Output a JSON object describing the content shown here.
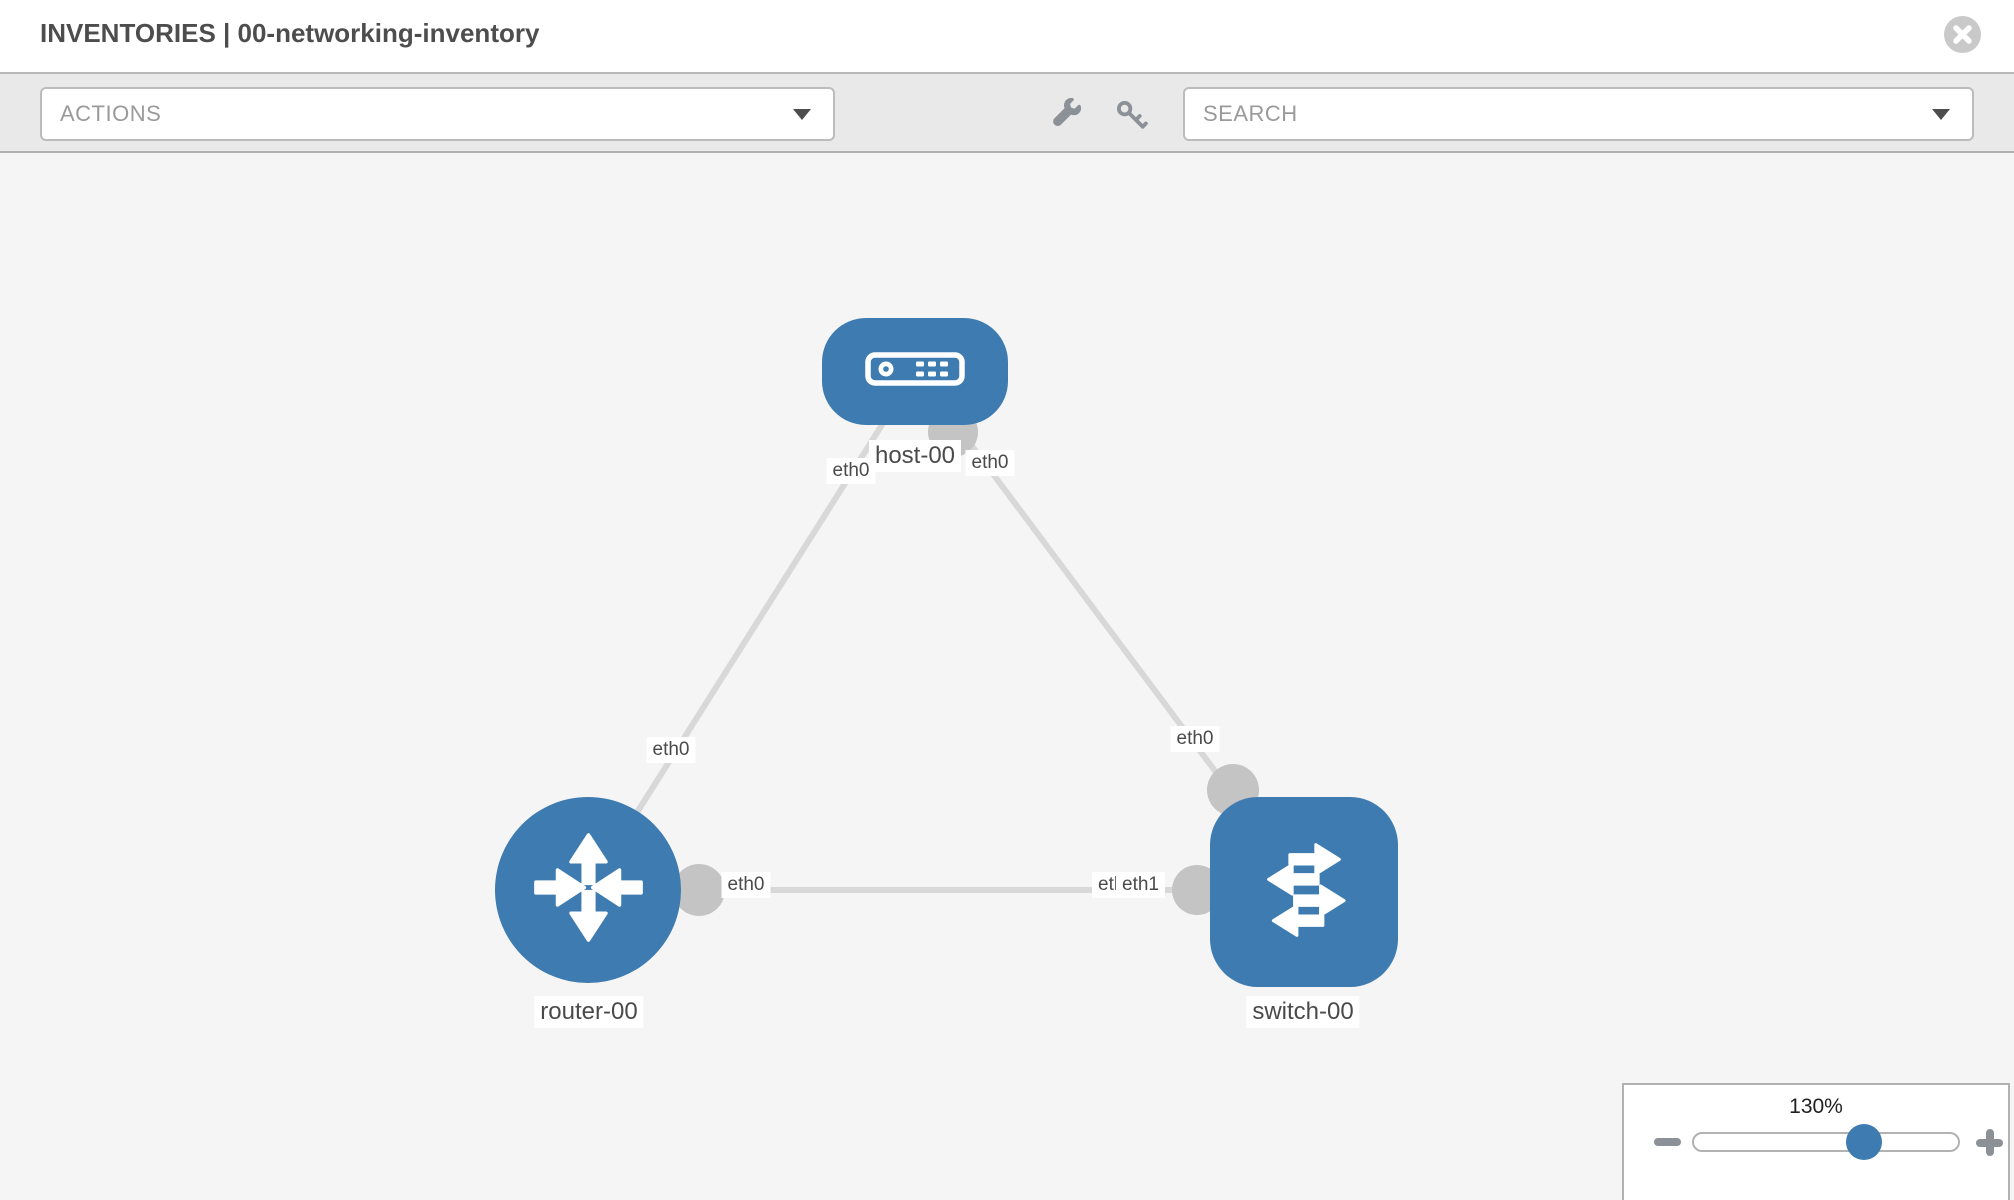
{
  "header": {
    "title": "INVENTORIES | 00-networking-inventory"
  },
  "toolbar": {
    "actions_label": "ACTIONS",
    "search_label": "SEARCH",
    "icons": [
      "wrench-icon",
      "key-icon"
    ]
  },
  "topology": {
    "nodes": [
      {
        "label": "host-00",
        "type": "host"
      },
      {
        "label": "router-00",
        "type": "router"
      },
      {
        "label": "switch-00",
        "type": "switch"
      }
    ],
    "links": [
      {
        "from": "host-00",
        "from_iface": "eth0",
        "to": "router-00",
        "to_iface": "eth0"
      },
      {
        "from": "host-00",
        "from_iface": "eth0",
        "to": "switch-00",
        "to_iface": "eth0"
      },
      {
        "from": "router-00",
        "from_iface": "eth0",
        "to": "switch-00",
        "to_iface": "eth1"
      }
    ],
    "iface_labels": [
      {
        "text": "eth0",
        "at": "host-side-to-router"
      },
      {
        "text": "eth0",
        "at": "host-side-to-switch"
      },
      {
        "text": "eth0",
        "at": "router-side-to-host"
      },
      {
        "text": "eth0",
        "at": "router-side-to-switch"
      },
      {
        "text": "eth0",
        "at": "switch-side-underlay"
      },
      {
        "text": "eth1",
        "at": "switch-side-to-router"
      },
      {
        "text": "eth0",
        "at": "switch-side-to-host"
      }
    ]
  },
  "zoom_control": {
    "level": "130%"
  },
  "colors": {
    "node_blue": "#3d7bb0",
    "connector_gray": "#c4c4c4",
    "link_gray": "#d8d8d8",
    "toolbar_gray": "#e9e9e9",
    "canvas_gray": "#f5f5f5",
    "label_text": "#4a4a4a"
  }
}
